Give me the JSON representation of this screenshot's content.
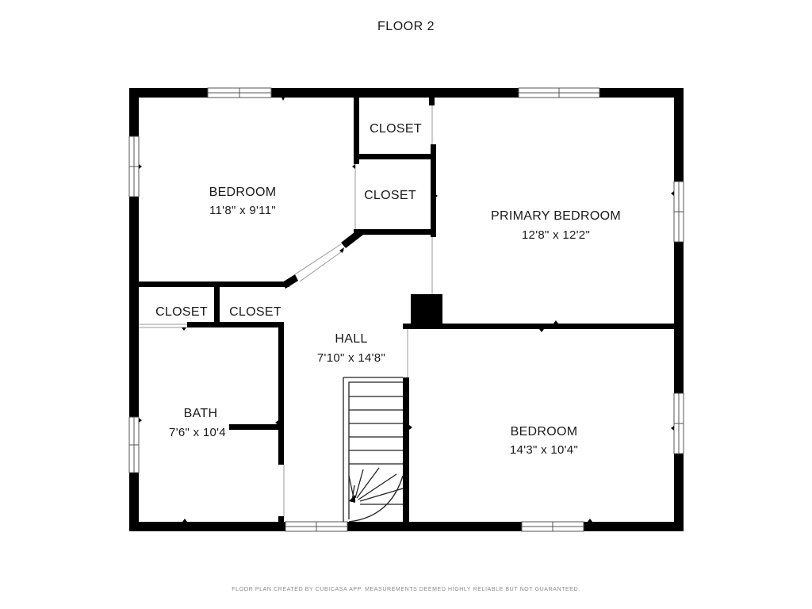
{
  "title": "FLOOR 2",
  "rooms": [
    {
      "id": "bedroom-1",
      "name": "BEDROOM",
      "dims": "11'8\" x 9'11\""
    },
    {
      "id": "closet-1",
      "name": "CLOSET",
      "dims": ""
    },
    {
      "id": "closet-2",
      "name": "CLOSET",
      "dims": ""
    },
    {
      "id": "primary-bedroom",
      "name": "PRIMARY BEDROOM",
      "dims": "12'8\" x 12'2\""
    },
    {
      "id": "closet-3",
      "name": "CLOSET",
      "dims": ""
    },
    {
      "id": "closet-4",
      "name": "CLOSET",
      "dims": ""
    },
    {
      "id": "hall",
      "name": "HALL",
      "dims": "7'10\" x 14'8\""
    },
    {
      "id": "bath",
      "name": "BATH",
      "dims": "7'6\" x 10'4"
    },
    {
      "id": "bedroom-2",
      "name": "BEDROOM",
      "dims": "14'3\" x 10'4\""
    }
  ],
  "footer": "FLOOR PLAN CREATED BY CUBICASA APP. MEASUREMENTS DEEMED HIGHLY RELIABLE BUT NOT GUARANTEED.",
  "colors": {
    "wall": "#000000",
    "background": "#ffffff",
    "text": "#1a1a1a",
    "footer_text": "#8a8a8a"
  }
}
